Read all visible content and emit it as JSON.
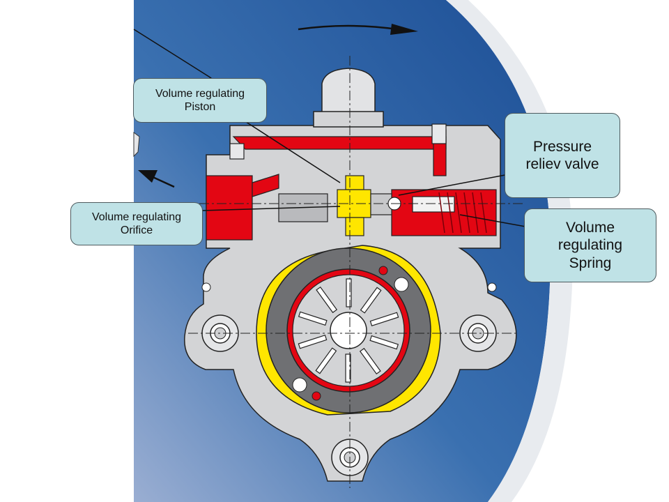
{
  "diagram": {
    "callouts": [
      {
        "id": "piston",
        "text": "Volume regulating\nPiston"
      },
      {
        "id": "pressure",
        "text": "Pressure\nreliev valve"
      },
      {
        "id": "orifice",
        "text": "Volume regulating\nOrifice"
      },
      {
        "id": "spring",
        "text": "Volume\nregulating\nSpring"
      }
    ]
  },
  "colors": {
    "background_blue": "#2a66ab",
    "housing_gray": "#d3d4d6",
    "ring_dark": "#6f7073",
    "oil_red": "#e30613",
    "oil_yellow": "#ffe600",
    "callout_fill": "#bfe2e6"
  }
}
